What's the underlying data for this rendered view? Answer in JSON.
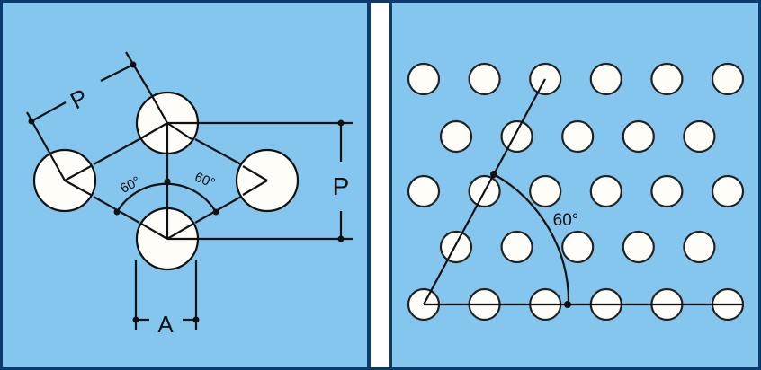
{
  "left_panel": {
    "pitch_label_diagonal": "P",
    "pitch_label_vertical": "P",
    "angle_left": "60°",
    "angle_right": "60°",
    "hole_diameter_label": "A"
  },
  "right_panel": {
    "angle_label": "60°",
    "rows": [
      6,
      5,
      6,
      5,
      6
    ]
  },
  "colors": {
    "background": "#85c6ee",
    "border": "#0b3a6e",
    "hole": "#fffdf8",
    "line": "#111111"
  }
}
